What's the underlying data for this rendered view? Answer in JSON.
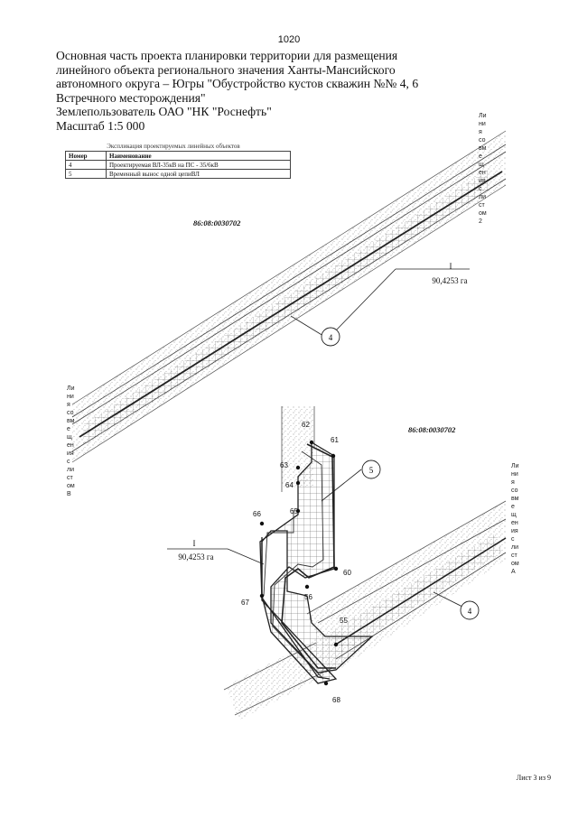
{
  "page_number": "1020",
  "title_lines": [
    "Основная часть проекта планировки территории для размещения",
    "линейного объекта регионального значения Ханты-Мансийского",
    "автономного округа – Югры \"Обустройство кустов скважин №№ 4, 6",
    "Встречного месторождения\"",
    "Землепользователь ОАО \"НК \"Роснефть\"",
    "Масштаб 1:5 000"
  ],
  "legend": {
    "caption": "Экспликация проектируемых линейных объектов",
    "headers": [
      "Номер",
      "Наименование"
    ],
    "rows": [
      {
        "num": "4",
        "name": "Проектируемая ВЛ-35кВ на ПС - 35/6кВ"
      },
      {
        "num": "5",
        "name": "Временный вынос одной цепиВЛ"
      }
    ]
  },
  "cadastral": [
    "86:08:0030702",
    "86:08:0030702"
  ],
  "area_labels": [
    {
      "id": "I",
      "value": "90,4253 га"
    },
    {
      "id": "I",
      "value": "90,4253 га"
    }
  ],
  "object_labels": [
    "4",
    "5",
    "4"
  ],
  "point_labels": [
    "61",
    "62",
    "63",
    "64",
    "65",
    "66",
    "67",
    "68",
    "55",
    "56",
    "60"
  ],
  "vertical_labels": [
    [
      "Ли",
      "ни",
      "я",
      "со",
      "вм",
      "е",
      "щ",
      "ен",
      "ия",
      "с",
      "ли",
      "ст",
      "ом",
      "2"
    ],
    [
      "Ли",
      "ни",
      "я",
      "со",
      "вм",
      "е",
      "щ",
      "ен",
      "ия",
      "с",
      "ли",
      "ст",
      "ом",
      "В"
    ],
    [
      "Ли",
      "ни",
      "я",
      "со",
      "вм",
      "е",
      "щ",
      "ен",
      "ия",
      "с",
      "ли",
      "ст",
      "ом",
      "А"
    ]
  ],
  "footer": "Лист 3 из 9"
}
